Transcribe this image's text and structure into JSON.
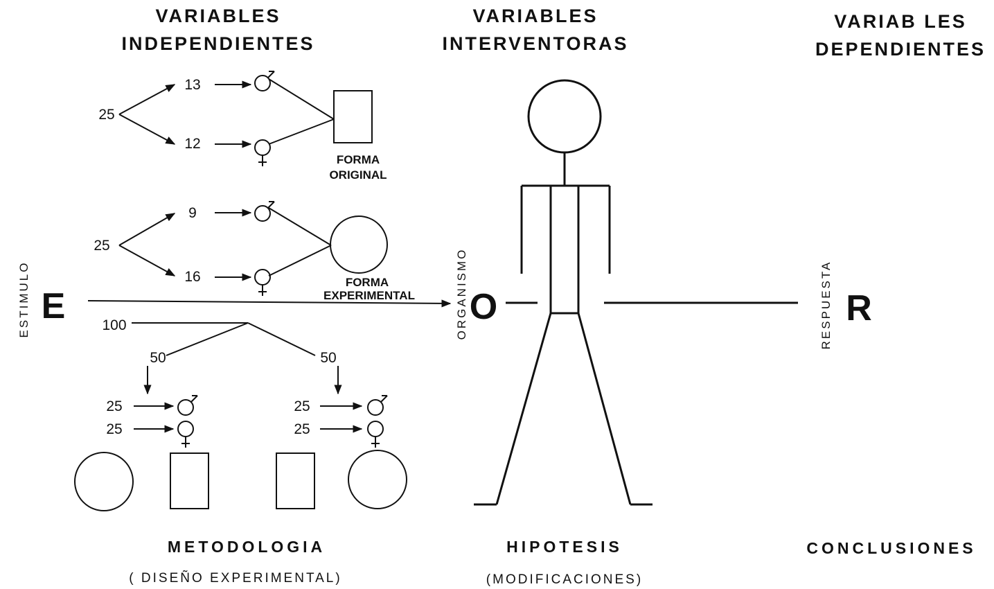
{
  "headers": {
    "independent_line1": "VARIABLES",
    "independent_line2": "INDEPENDIENTES",
    "intervening_line1": "VARIABLES",
    "intervening_line2": "INTERVENTORAS",
    "dependent_line1": "VARIAB LES",
    "dependent_line2": "DEPENDIENTES"
  },
  "group_original": {
    "total": "25",
    "male_count": "13",
    "female_count": "12",
    "form_label_line1": "FORMA",
    "form_label_line2": "ORIGINAL"
  },
  "group_experimental": {
    "total": "25",
    "male_count": "9",
    "female_count": "16",
    "form_label_line1": "FORMA",
    "form_label_line2": "EXPERIMENTAL"
  },
  "split": {
    "total": "100",
    "left_half": "50",
    "right_half": "50",
    "left_male": "25",
    "left_female": "25",
    "right_male": "25",
    "right_female": "25"
  },
  "sro": {
    "stimulus_letter": "E",
    "stimulus_label": "ESTIMULO",
    "organism_letter": "O",
    "organism_label": "ORGANISMO",
    "response_letter": "R",
    "response_label": "RESPUESTA"
  },
  "footer": {
    "methodology": "METODOLOGIA",
    "methodology_sub": "( DISEÑO EXPERIMENTAL)",
    "hypothesis": "HIPOTESIS",
    "hypothesis_sub": "(MODIFICACIONES)",
    "conclusions": "CONCLUSIONES"
  },
  "symbols": {
    "male": "male-symbol",
    "female": "female-symbol"
  },
  "colors": {
    "ink": "#111111",
    "paper": "#ffffff"
  }
}
